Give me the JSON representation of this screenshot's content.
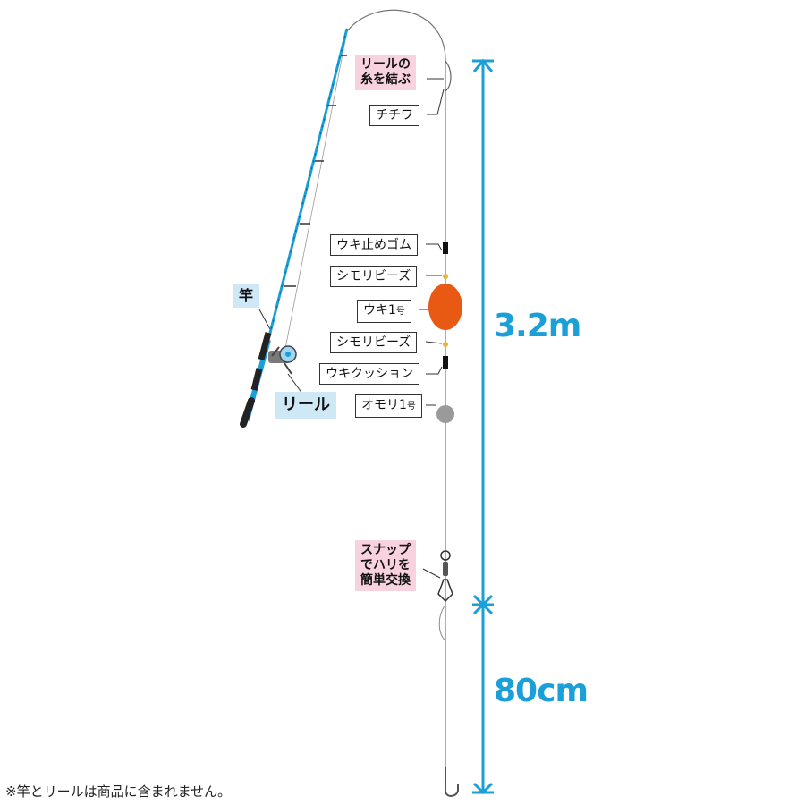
{
  "labels": {
    "reel_tie": [
      "リールの",
      "糸を結ぶ"
    ],
    "chichiwa": "チチワ",
    "stopper": "ウキ止めゴム",
    "beads_top": "シモリビーズ",
    "float_main": "ウキ1",
    "float_unit": "号",
    "beads_bottom": "シモリビーズ",
    "cushion": "ウキクッション",
    "sinker_main": "オモリ1",
    "sinker_unit": "号",
    "snap": [
      "スナップ",
      "でハリを",
      "簡単交換"
    ],
    "rod": "竿",
    "reel": "リール"
  },
  "measurements": {
    "upper": "3.2m",
    "lower": "80cm"
  },
  "footnote": "※竿とリールは商品に含まれません。",
  "colors": {
    "measure": "#1a9fd8",
    "float": "#e85a14",
    "pink": "#f9d2e0",
    "blue_tag": "#cfe8f6",
    "rod": "#1a9fd8"
  }
}
